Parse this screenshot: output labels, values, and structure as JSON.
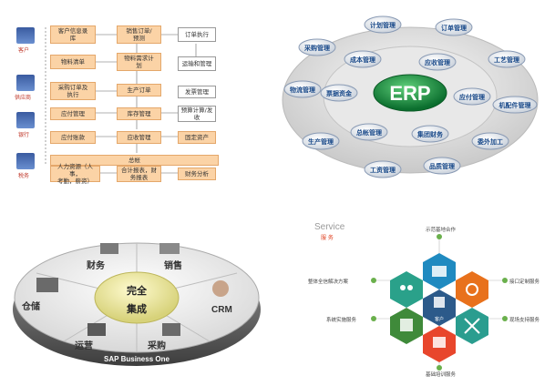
{
  "flow": {
    "roles": [
      "客户",
      "供应商",
      "银行",
      "税务"
    ],
    "boxes": {
      "b1": "客户信息录\n库",
      "b2": "销售订单/\n预测",
      "b3": "订单执行",
      "b4": "物料清单",
      "b5": "物料需求计\n划",
      "b6": "运输和管理",
      "b7": "采购订单及\n执行",
      "b8": "生产订单",
      "b9": "发票管理",
      "b10": "库存管理",
      "b11": "预算计算/发\n收",
      "b12": "应付账款",
      "b13": "应收管理",
      "b14": "固定资产",
      "b15": "总帐",
      "b16": "人力资源（人事，\n考勤，薪资）",
      "b17": "合计报表，财\n务报表",
      "b18": "财务分析"
    },
    "side_labels": [
      "应付管理"
    ]
  },
  "erp": {
    "center": "ERP",
    "inner": [
      "成本管理",
      "应收管理",
      "票据资金",
      "应付管理",
      "总帐管理",
      "集团财务"
    ],
    "outer": [
      "计划管理",
      "订单管理",
      "采购管理",
      "工艺管理",
      "物流管理",
      "机配件管理",
      "生产管理",
      "委外加工",
      "工资管理",
      "品质管理"
    ]
  },
  "sap": {
    "center_line1": "完全",
    "center_line2": "集成",
    "segments": [
      "财务",
      "销售",
      "仓储",
      "CRM",
      "运营",
      "采购"
    ],
    "base_label": "SAP Business One"
  },
  "service": {
    "title": "Service",
    "subtitle": "服 务",
    "center_label": "客户",
    "items": [
      "示范基地合作",
      "整体全信解决方案",
      "接口定制服务",
      "系统实施服务",
      "现场支持服务",
      "基础培训服务"
    ],
    "colors": [
      "#1f8ac0",
      "#2aa18a",
      "#e8711c",
      "#3f8a3a",
      "#2a9d8f",
      "#e8462c"
    ]
  }
}
